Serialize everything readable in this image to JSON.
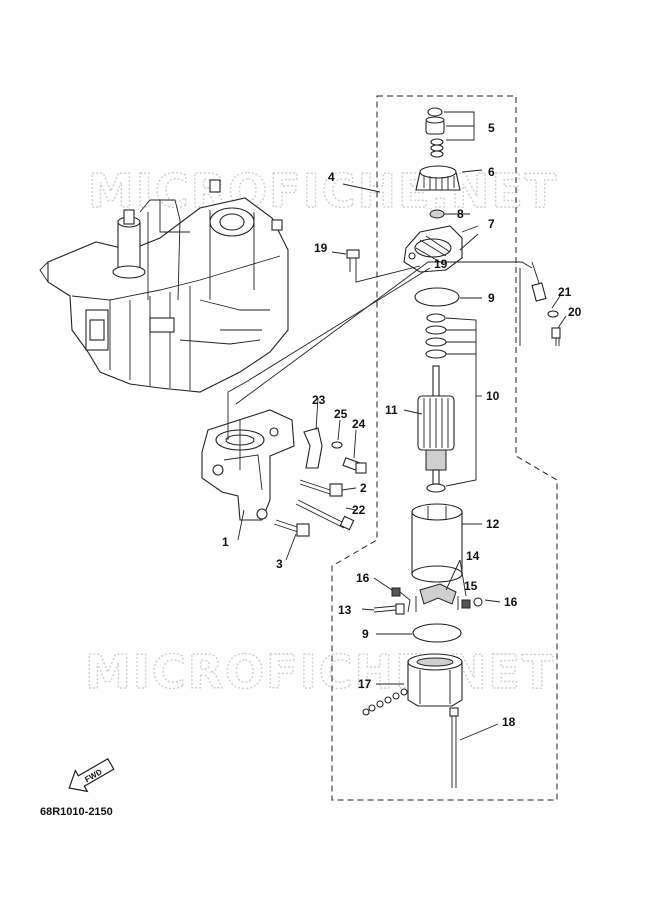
{
  "watermark": "MICROFICHE.NET",
  "diagram_code": "68R1010-2150",
  "fwd_label": "FWD",
  "callouts": {
    "p1": "1",
    "p2": "2",
    "p3": "3",
    "p4": "4",
    "p5": "5",
    "p6": "6",
    "p7": "7",
    "p8": "8",
    "p9a": "9",
    "p9b": "9",
    "p10": "10",
    "p11": "11",
    "p12": "12",
    "p13": "13",
    "p14": "14",
    "p15": "15",
    "p16a": "16",
    "p16b": "16",
    "p17": "17",
    "p18": "18",
    "p19a": "19",
    "p19b": "19",
    "p20": "20",
    "p21": "21",
    "p22": "22",
    "p23": "23",
    "p24": "24",
    "p25": "25"
  },
  "colors": {
    "ink": "#222222",
    "watermark": "#cfcfcf",
    "background": "#ffffff"
  }
}
